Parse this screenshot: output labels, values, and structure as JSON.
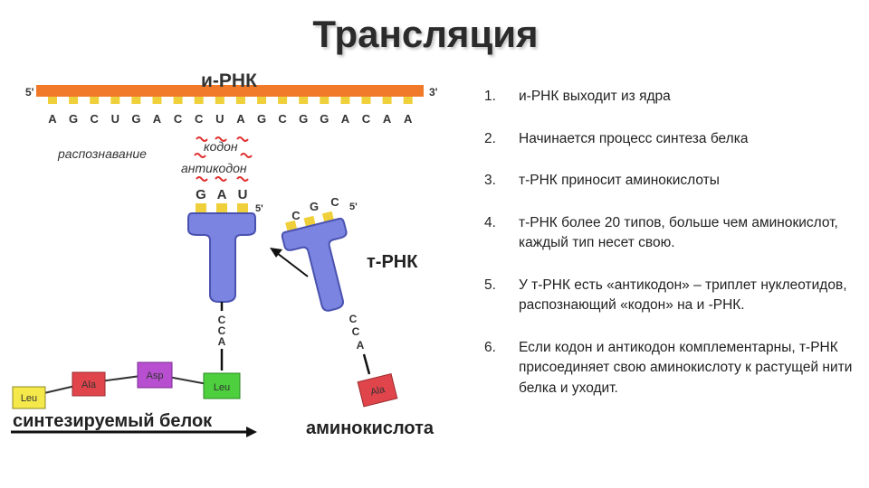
{
  "title": "Трансляция",
  "diagram": {
    "mrna_label": "и-РНК",
    "five_prime": "5'",
    "three_prime": "3'",
    "mrna_sequence": [
      "A",
      "G",
      "C",
      "U",
      "G",
      "A",
      "C",
      "C",
      "U",
      "A",
      "G",
      "C",
      "G",
      "G",
      "A",
      "C",
      "A",
      "A"
    ],
    "recognition_label": "распознавание",
    "codon_label": "кодон",
    "anticodon_label": "антикодон",
    "bound_anticodon": [
      "G",
      "A",
      "U"
    ],
    "free_anticodon": [
      "C",
      "G",
      "C"
    ],
    "trna_label": "т-РНК",
    "cca_bound": [
      "C",
      "C",
      "A"
    ],
    "cca_free": [
      "C",
      "C",
      "A"
    ],
    "chain": [
      {
        "name": "Leu",
        "color": "#f5e84a"
      },
      {
        "name": "Ala",
        "color": "#e0454b"
      },
      {
        "name": "Asp",
        "color": "#b84fd0"
      },
      {
        "name": "Leu",
        "color": "#4dcf3e"
      }
    ],
    "incoming_amino_acid": {
      "name": "Ala",
      "color": "#e0454b"
    },
    "protein_label": "синтезируемый белок",
    "amino_acid_label": "аминокислота",
    "colors": {
      "mrna": "#f07a2a",
      "nucleotide": "#f0d03a",
      "trna": "#7b84e0",
      "wavy": "#e03030"
    }
  },
  "steps": [
    {
      "num": "1.",
      "text": "и-РНК выходит из ядра"
    },
    {
      "num": "2.",
      "text": "Начинается процесс синтеза белка"
    },
    {
      "num": "3.",
      "text": "т-РНК приносит аминокислоты"
    },
    {
      "num": "4.",
      "text": "т-РНК более 20 типов, больше чем аминокислот, каждый тип несет свою."
    },
    {
      "num": "5.",
      "text": "У т-РНК есть «антикодон» – триплет нуклеотидов, распознающий «кодон» на и -РНК."
    },
    {
      "num": "6.",
      "text": "Если кодон и антикодон комплементарны, т-РНК присоединяет свою аминокислоту к растущей нити белка и уходит."
    }
  ]
}
